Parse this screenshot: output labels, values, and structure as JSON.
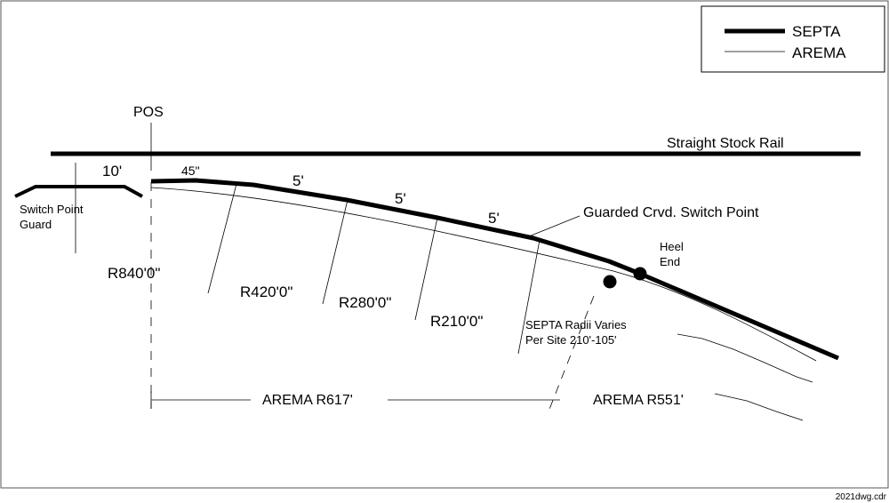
{
  "legend": {
    "septa_label": "SEPTA",
    "arema_label": "AREMA"
  },
  "labels": {
    "pos": "POS",
    "straight_stock_rail": "Straight Stock Rail",
    "switch_point_guard_line1": "Switch Point",
    "switch_point_guard_line2": "Guard",
    "dim_10ft": "10'",
    "dim_45in": "45\"",
    "dim_5ft_a": "5'",
    "dim_5ft_b": "5'",
    "dim_5ft_c": "5'",
    "guarded_switch_point": "Guarded Crvd. Switch Point",
    "heel_line1": "Heel",
    "heel_line2": "End",
    "radius_840": "R840'0\"",
    "radius_420": "R420'0\"",
    "radius_280": "R280'0\"",
    "radius_210": "R210'0\"",
    "septa_radii_line1": "SEPTA Radii Varies",
    "septa_radii_line2": "Per Site 210'-105'",
    "arema_r617": "AREMA R617'",
    "arema_r551": "AREMA R551'",
    "file_name": "2021dwg.cdr"
  },
  "colors": {
    "line": "#000000",
    "background": "#ffffff",
    "frame": "#555555"
  }
}
